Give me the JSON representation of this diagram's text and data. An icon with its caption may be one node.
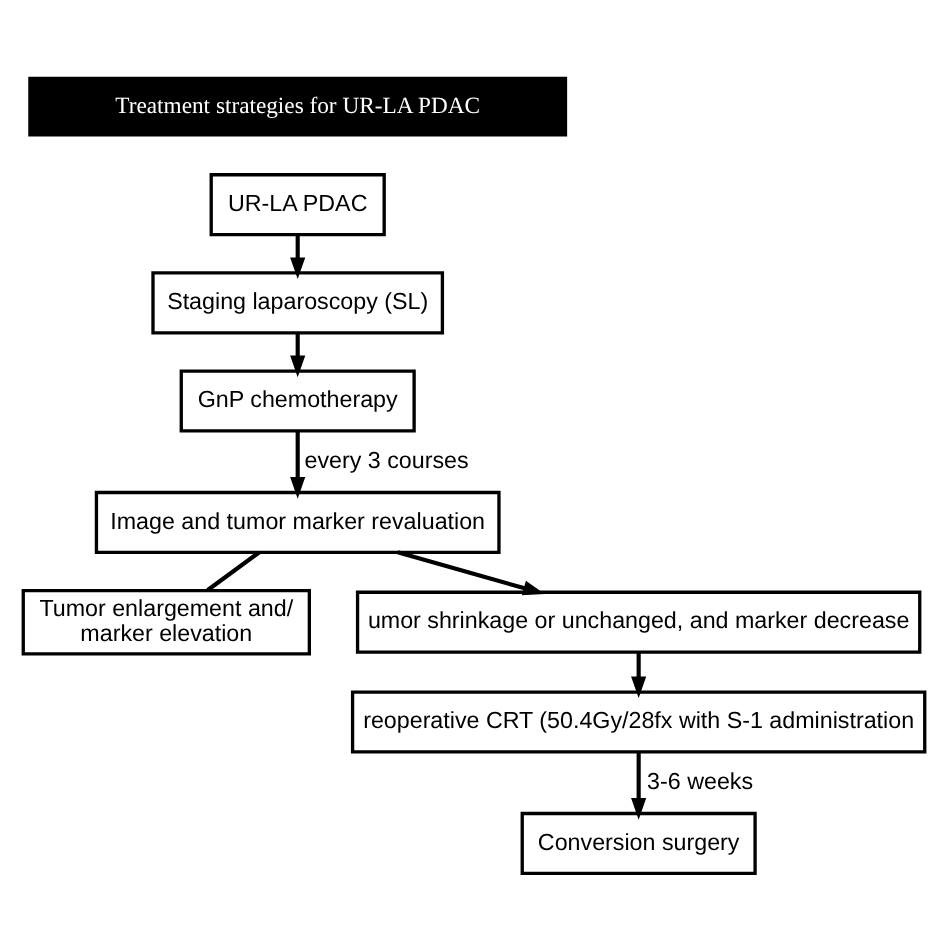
{
  "diagram": {
    "nodes": [
      {
        "text": [
          "Treatment strategies for UR-LA PDAC"
        ]
      },
      {
        "text": [
          "UR-LA PDAC"
        ]
      },
      {
        "text": [
          "Staging laparoscopy (SL)"
        ]
      },
      {
        "text": [
          "GnP chemotherapy"
        ]
      },
      {
        "text": [
          "Image and tumor marker revaluation"
        ]
      },
      {
        "text": [
          "Tumor enlargement and/ marker elevation"
        ]
      },
      {
        "text": [
          "umor shrinkage or unchanged, and marker decrease"
        ]
      },
      {
        "text": [
          "reoperative CRT (50.4Gy/28fx with S-1 administration"
        ]
      },
      {
        "text": [
          "Conversion surgery"
        ]
      }
    ],
    "edges": [
      {
        "from": 1,
        "to": 2,
        "arrow": "to"
      },
      {
        "from": 2,
        "to": 3,
        "arrow": "to"
      },
      {
        "from": 3,
        "to": 4,
        "arrow": "to",
        "label": "every 3 courses"
      },
      {
        "from": 4,
        "to": 5,
        "arrow": "none"
      },
      {
        "from": 4,
        "to": 6,
        "arrow": "to"
      },
      {
        "from": 6,
        "to": 7,
        "arrow": "to"
      },
      {
        "from": 7,
        "to": 8,
        "arrow": "to",
        "label": "3-6 weeks"
      }
    ]
  }
}
